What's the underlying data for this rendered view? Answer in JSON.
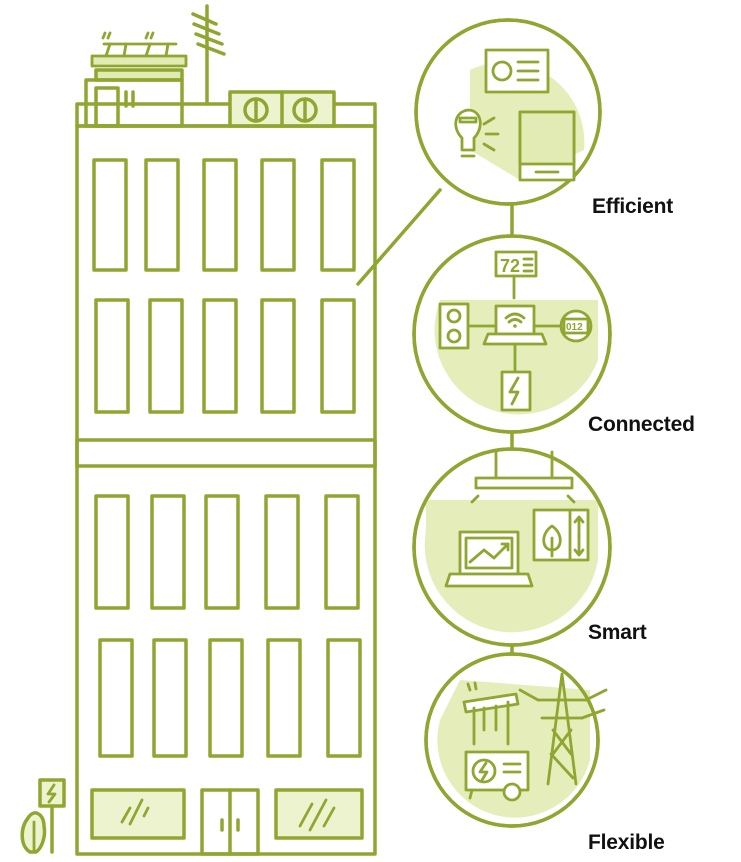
{
  "labels": {
    "efficient": "Efficient",
    "connected": "Connected",
    "smart": "Smart",
    "flexible": "Flexible"
  },
  "icon_text": {
    "thermostat": "72",
    "meter": "012"
  },
  "colors": {
    "stroke": "#8fa631",
    "fill_light": "#eef3cf",
    "fill_circle": "#e2ebb3",
    "label": "#111111"
  },
  "icons": [
    "solar-panel-icon",
    "antenna-icon",
    "hvac-unit-icon",
    "window-icon",
    "thermostat-icon",
    "lightbulb-icon",
    "window-shade-icon",
    "outlet-icon",
    "laptop-wifi-icon",
    "smart-meter-icon",
    "battery-icon",
    "ceiling-light-icon",
    "analytics-laptop-icon",
    "energy-panel-icon",
    "power-tower-icon",
    "generator-icon",
    "ev-charger-icon",
    "shrub-icon"
  ]
}
